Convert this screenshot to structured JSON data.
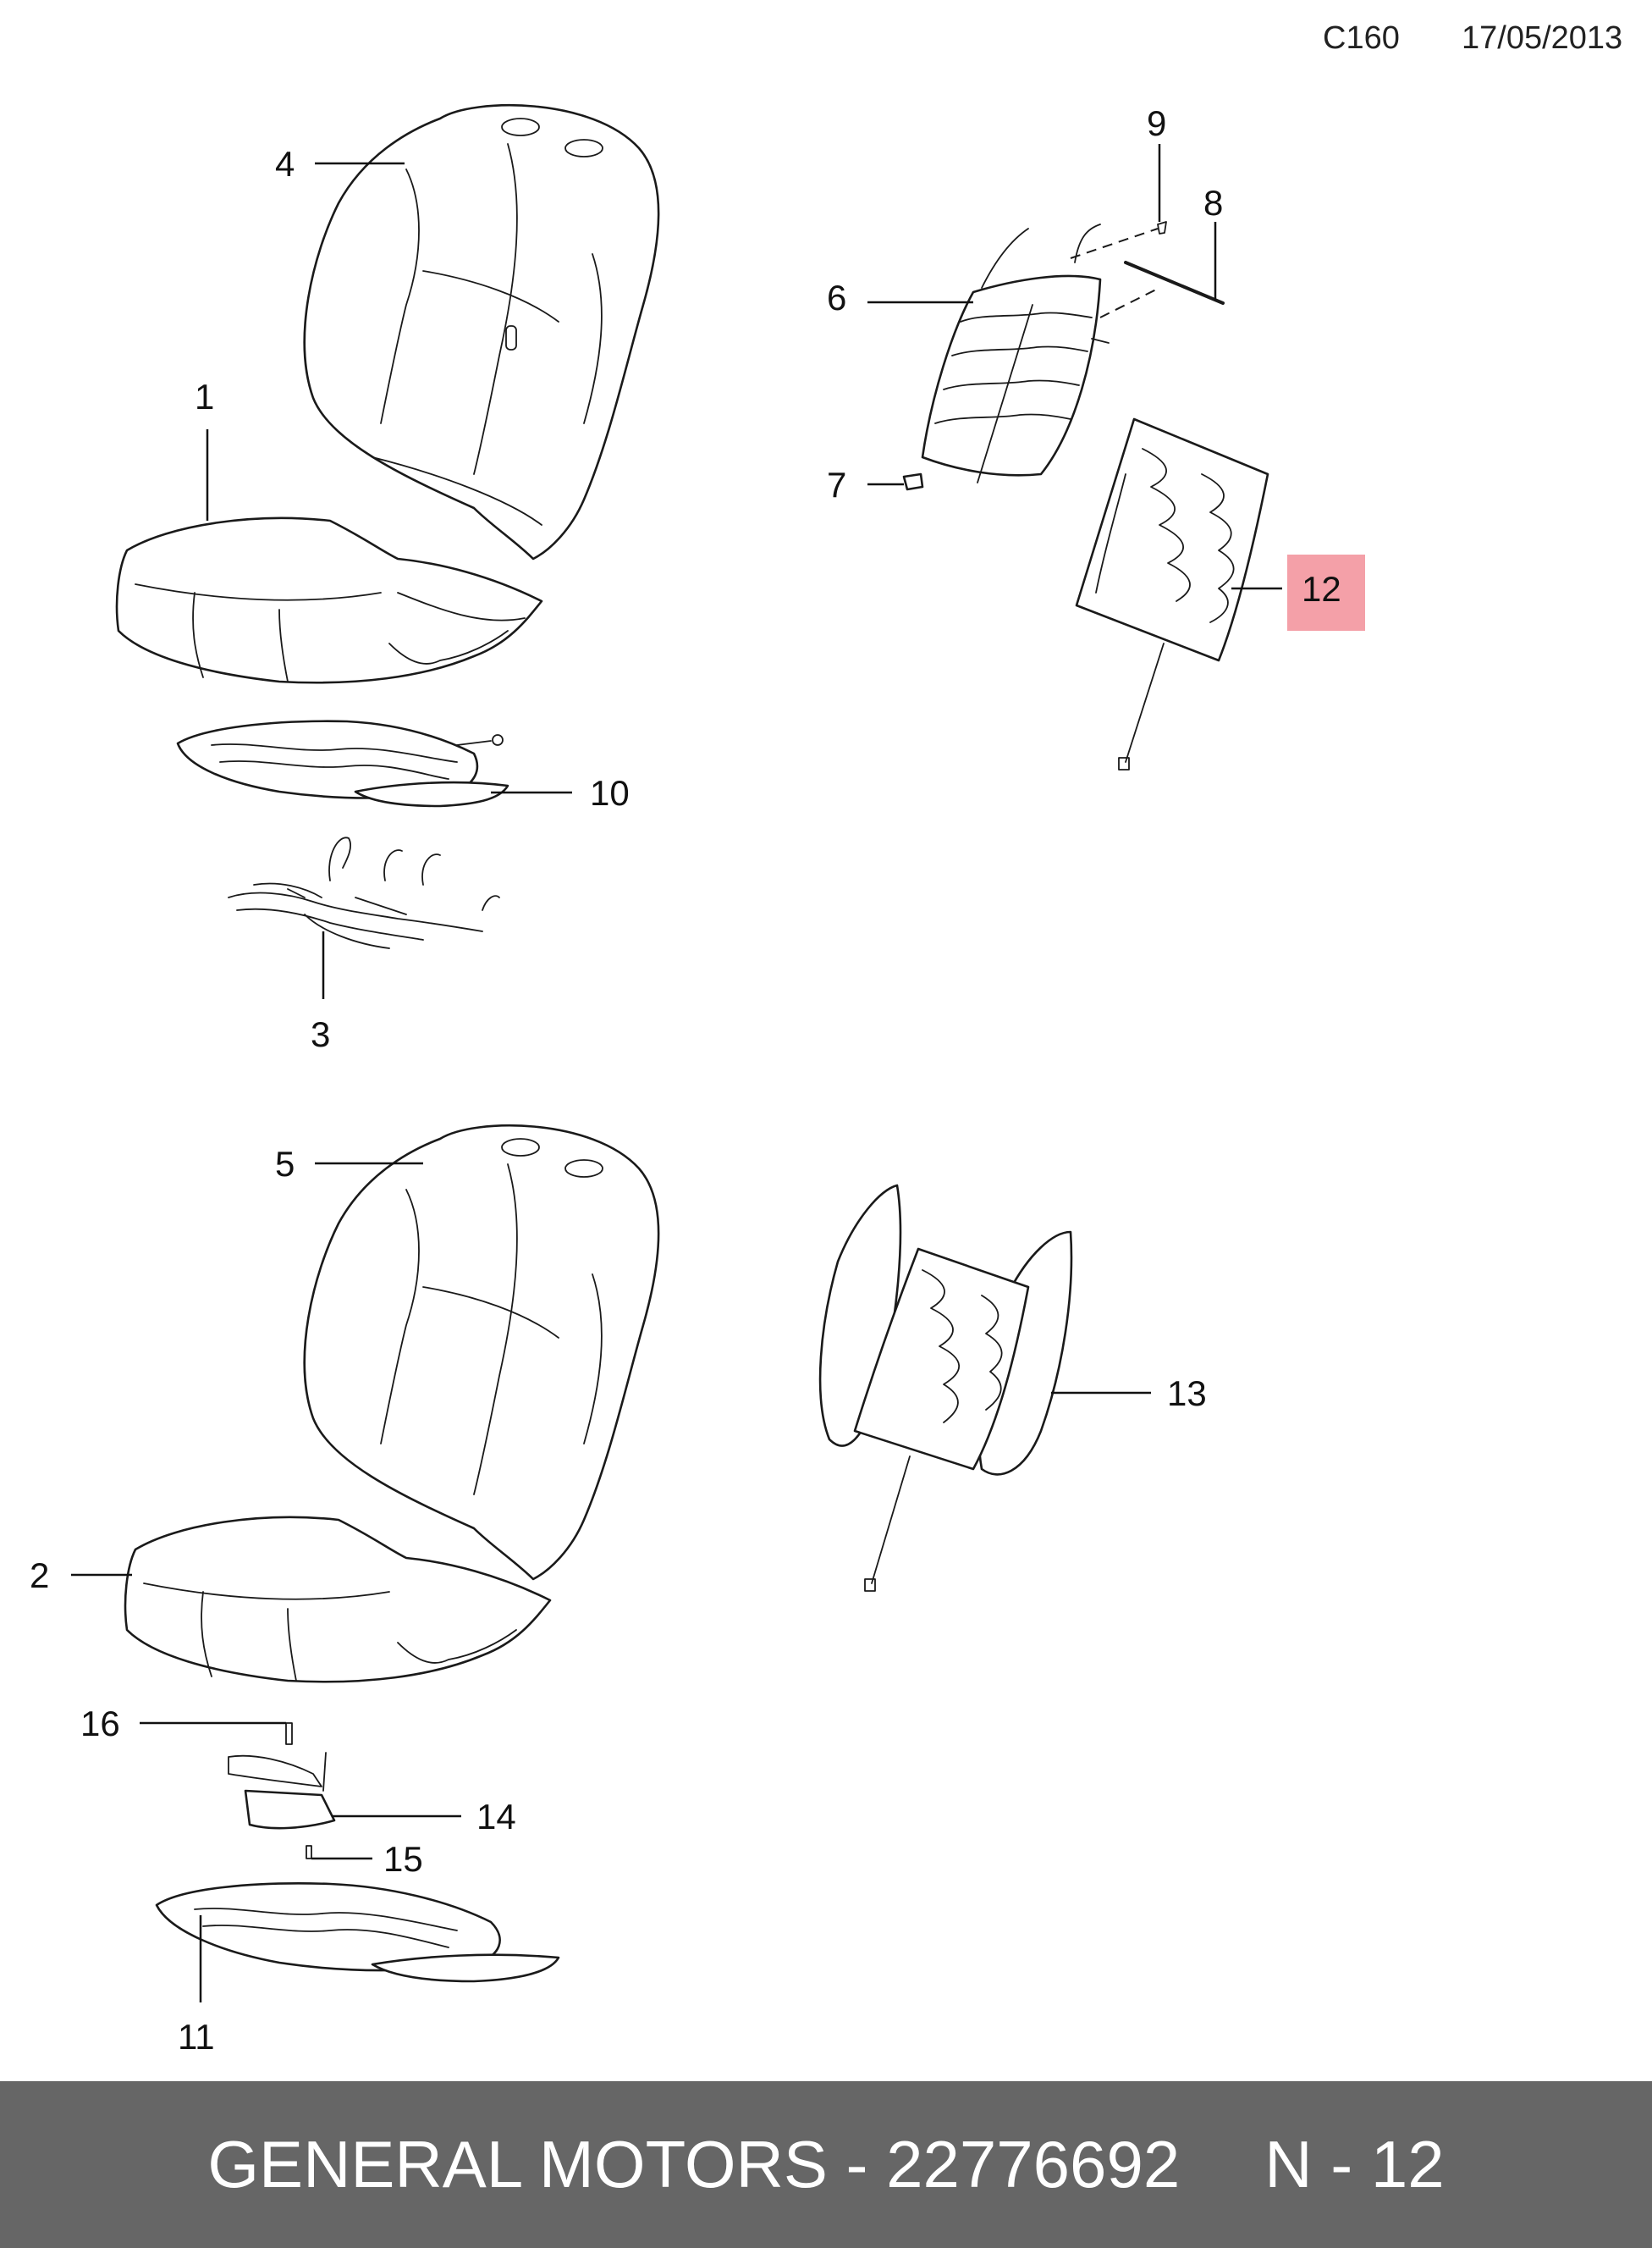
{
  "header": {
    "code": "C160",
    "date": "17/05/2013"
  },
  "callouts": [
    {
      "id": "c4",
      "label": "4"
    },
    {
      "id": "c1",
      "label": "1"
    },
    {
      "id": "c10",
      "label": "10"
    },
    {
      "id": "c3",
      "label": "3"
    },
    {
      "id": "c9",
      "label": "9"
    },
    {
      "id": "c8",
      "label": "8"
    },
    {
      "id": "c6",
      "label": "6"
    },
    {
      "id": "c7",
      "label": "7"
    },
    {
      "id": "c12",
      "label": "12",
      "highlighted": true
    },
    {
      "id": "c5",
      "label": "5"
    },
    {
      "id": "c13",
      "label": "13"
    },
    {
      "id": "c2",
      "label": "2"
    },
    {
      "id": "c16",
      "label": "16"
    },
    {
      "id": "c14",
      "label": "14"
    },
    {
      "id": "c15",
      "label": "15"
    },
    {
      "id": "c11",
      "label": "11"
    }
  ],
  "highlight_color": "#f4a0a8",
  "footer": {
    "part_text": "GENERAL MOTORS - 22776692",
    "page_text": "N - 12"
  }
}
